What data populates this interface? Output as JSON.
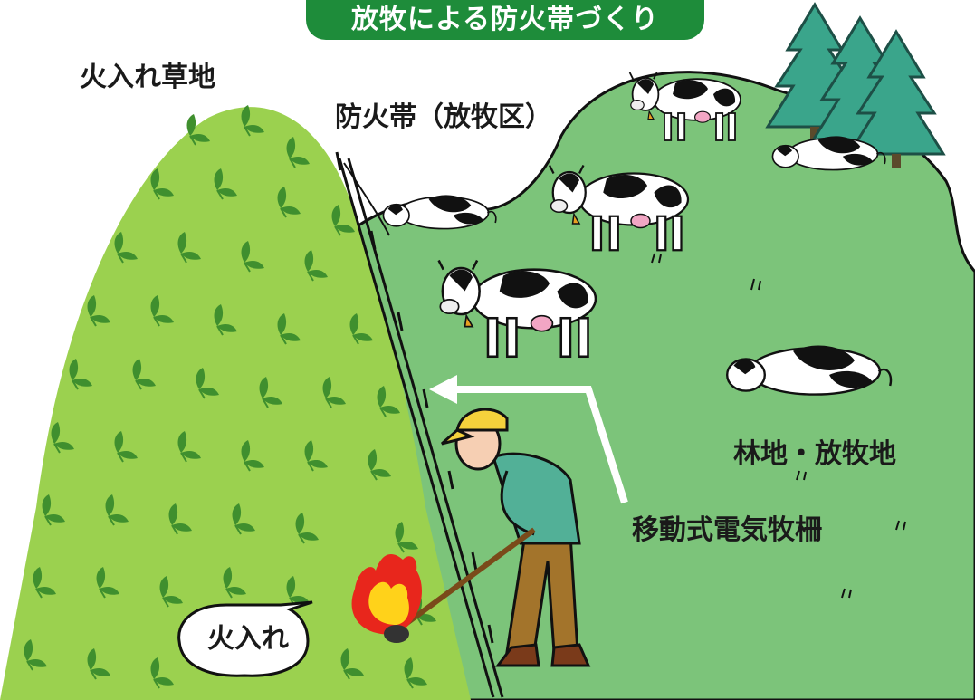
{
  "title": "放牧による防火帯づくり",
  "labels": {
    "burn_grassland": "火入れ草地",
    "firebreak": "防火帯（放牧区）",
    "forest_pasture": "林地・放牧地",
    "electric_fence": "移動式電気牧柵",
    "burning": "火入れ"
  },
  "colors": {
    "title_bg": "#1e8c3a",
    "grassland_light": "#9bd14f",
    "pasture_green": "#7cc47a",
    "leaf_dark": "#3f8f2e",
    "tree": "#3aa58b",
    "flame_red": "#e8261c",
    "flame_yellow": "#ffd21a",
    "cap_yellow": "#f5d23c",
    "shirt_teal": "#52b097",
    "pants_brown": "#a3742b"
  },
  "icons": [
    "cow-icon",
    "tree-icon",
    "farmer-icon",
    "torch-flame-icon",
    "fence-icon",
    "speech-bubble-icon",
    "arrow-icon"
  ]
}
